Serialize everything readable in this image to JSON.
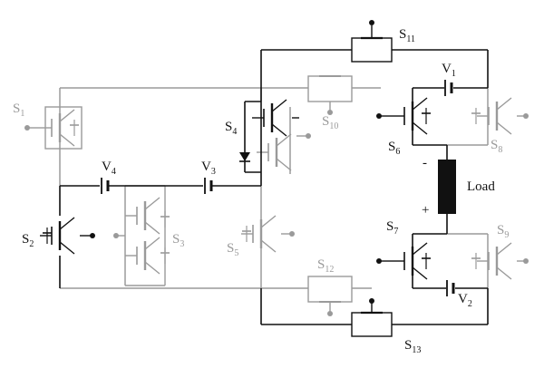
{
  "colors": {
    "active": "#111111",
    "inactive": "#9a9a9a",
    "load_fill": "#111111",
    "background": "#ffffff"
  },
  "switches": [
    {
      "main": "S",
      "sub": "1",
      "state": "inactive"
    },
    {
      "main": "S",
      "sub": "2",
      "state": "active"
    },
    {
      "main": "S",
      "sub": "3",
      "state": "inactive"
    },
    {
      "main": "S",
      "sub": "4",
      "state": "active"
    },
    {
      "main": "S",
      "sub": "5",
      "state": "inactive"
    },
    {
      "main": "S",
      "sub": "6",
      "state": "active"
    },
    {
      "main": "S",
      "sub": "7",
      "state": "active"
    },
    {
      "main": "S",
      "sub": "8",
      "state": "inactive"
    },
    {
      "main": "S",
      "sub": "9",
      "state": "inactive"
    },
    {
      "main": "S",
      "sub": "10",
      "state": "inactive"
    },
    {
      "main": "S",
      "sub": "11",
      "state": "active"
    },
    {
      "main": "S",
      "sub": "12",
      "state": "inactive"
    },
    {
      "main": "S",
      "sub": "13",
      "state": "active"
    }
  ],
  "sources": [
    {
      "main": "V",
      "sub": "1"
    },
    {
      "main": "V",
      "sub": "2"
    },
    {
      "main": "V",
      "sub": "3"
    },
    {
      "main": "V",
      "sub": "4"
    }
  ],
  "load": {
    "label": "Load",
    "minus": "-",
    "plus": "+"
  }
}
